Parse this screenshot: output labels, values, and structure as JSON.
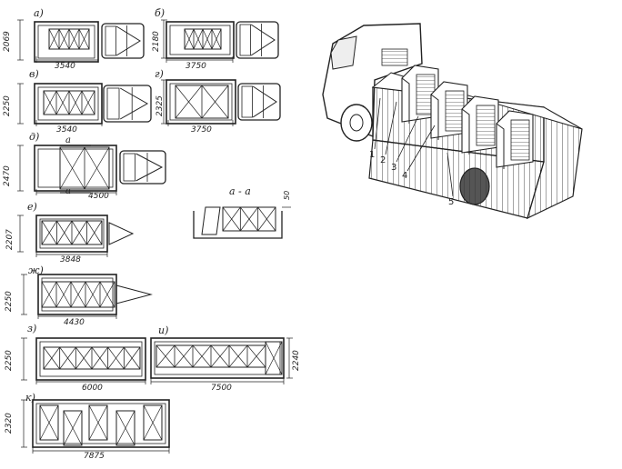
{
  "schemes": {
    "a": {
      "label": "а)",
      "width": "2069",
      "length": "3540"
    },
    "b": {
      "label": "б)",
      "width": "2180",
      "length": "3750"
    },
    "v": {
      "label": "в)",
      "width": "2250",
      "length": "3540"
    },
    "g": {
      "label": "г)",
      "width": "2325",
      "length": "3750"
    },
    "d": {
      "label": "д)",
      "width": "2470",
      "length": "4500",
      "section_mark": "а"
    },
    "e": {
      "label": "е)",
      "width": "2207",
      "length": "3848"
    },
    "zh": {
      "label": "ж)",
      "width": "2250",
      "length": "4430"
    },
    "z": {
      "label": "з)",
      "width": "2250",
      "length": "6000"
    },
    "i": {
      "label": "и)",
      "width": "2240",
      "length": "7500"
    },
    "k": {
      "label": "к)",
      "width": "2320",
      "length": "7875"
    }
  },
  "section": {
    "title": "а - а",
    "height": "50"
  },
  "truck_callouts": [
    "1",
    "2",
    "3",
    "4",
    "5"
  ]
}
